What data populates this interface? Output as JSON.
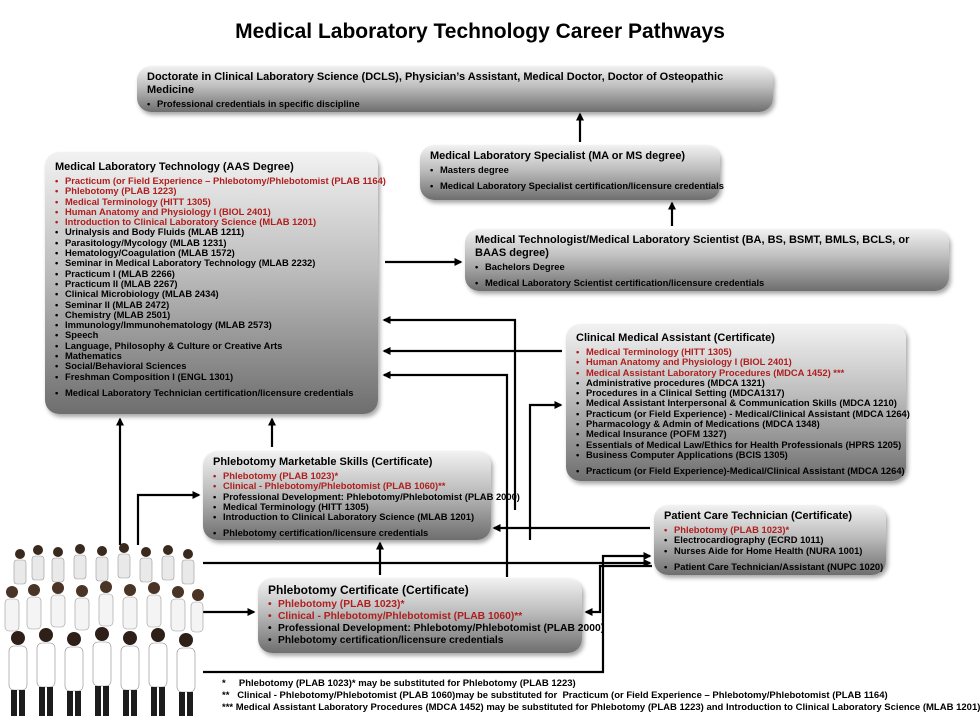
{
  "title": "Medical Laboratory Technology Career Pathways",
  "boxes": {
    "doctorate": {
      "title": "Doctorate in Clinical Laboratory Science (DCLS), Physician’s Assistant, Medical Doctor, Doctor of Osteopathic Medicine",
      "items": [
        "Professional credentials in specific discipline"
      ]
    },
    "mls": {
      "title": "Medical Laboratory Specialist (MA or MS degree)",
      "items": [
        "Masters degree",
        "Medical Laboratory Specialist certification/licensure credentials"
      ]
    },
    "mlt_sci": {
      "title": "Medical Technologist/Medical Laboratory Scientist (BA, BS, BSMT, BMLS, BCLS, or BAAS degree)",
      "items": [
        "Bachelors Degree",
        "Medical Laboratory Scientist certification/licensure credentials"
      ]
    },
    "aas": {
      "title": "Medical Laboratory Technology (AAS Degree)",
      "items": [
        "Practicum (or Field Experience – Phlebotomy/Phlebotomist (PLAB 1164)",
        "Phlebotomy (PLAB 1223)",
        "Medical Terminology (HITT 1305)",
        "Human Anatomy and Physiology I (BIOL 2401)",
        "Introduction to Clinical Laboratory Science (MLAB 1201)",
        "Urinalysis and Body Fluids (MLAB 1211)",
        "Parasitology/Mycology (MLAB 1231)",
        "Hematology/Coagulation (MLAB 1572)",
        "Seminar in Medical Laboratory Technology (MLAB 2232)",
        "Practicum I (MLAB 2266)",
        "Practicum II (MLAB 2267)",
        "Clinical Microbiology (MLAB 2434)",
        "Seminar II (MLAB 2472)",
        "Chemistry (MLAB 2501)",
        "Immunology/Immunohematology (MLAB 2573)",
        "Speech",
        "Language, Philosophy & Culture or Creative Arts",
        "Mathematics",
        "Social/Behavioral Sciences",
        "Freshman Composition I (ENGL 1301)",
        "Medical Laboratory Technician certification/licensure credentials"
      ]
    },
    "cma": {
      "title": "Clinical Medical Assistant (Certificate)",
      "items": [
        "Medical Terminology (HITT 1305)",
        "Human Anatomy and Physiology I (BIOL 2401)",
        "Medical Assistant Laboratory Procedures (MDCA 1452) ***",
        "Administrative procedures (MDCA 1321)",
        "Procedures in a Clinical Setting (MDCA1317)",
        "Medical Assistant Interpersonal & Communication Skills (MDCA 1210)",
        "Practicum (or Field Experience) - Medical/Clinical Assistant (MDCA 1264)",
        "Pharmacology & Admin of Medications (MDCA 1348)",
        "Medical Insurance (POFM 1327)",
        "Essentials of Medical Law/Ethics for Health Professionals (HPRS 1205)",
        "Business Computer Applications (BCIS 1305)",
        "Practicum (or Field Experience)-Medical/Clinical Assistant (MDCA 1264)"
      ]
    },
    "pms": {
      "title": "Phlebotomy Marketable Skills (Certificate)",
      "items": [
        "Phlebotomy (PLAB 1023)*",
        "Clinical - Phlebotomy/Phlebotomist (PLAB 1060)**",
        "Professional Development: Phlebotomy/Phlebotomist (PLAB 2000)",
        "Medical Terminology (HITT 1305)",
        "Introduction to Clinical Laboratory Science (MLAB 1201)",
        "Phlebotomy certification/licensure credentials"
      ]
    },
    "pct": {
      "title": "Patient Care Technician (Certificate)",
      "items": [
        "Phlebotomy (PLAB 1023)*",
        "Electrocardiography (ECRD 1011)",
        "Nurses Aide for Home Health (NURA 1001)",
        "Patient Care Technician/Assistant (NUPC 1020)"
      ]
    },
    "pc": {
      "title": "Phlebotomy Certificate (Certificate)",
      "items": [
        "Phlebotomy (PLAB 1023)*",
        "Clinical - Phlebotomy/Phlebotomist (PLAB 1060)**",
        "Professional Development: Phlebotomy/Phlebotomist (PLAB 2000)",
        "Phlebotomy certification/licensure credentials"
      ]
    }
  },
  "footnotes": [
    "*     Phlebotomy (PLAB 1023)* may be substituted for Phlebotomy (PLAB 1223)",
    "**   Clinical - Phlebotomy/Phlebotomist (PLAB 1060)may be substituted for  Practicum (or Field Experience – Phlebotomy/Phlebotomist (PLAB 1164)",
    "*** Medical Assistant Laboratory Procedures (MDCA 1452) may be substituted for Phlebotomy (PLAB 1223) and Introduction to Clinical Laboratory Science (MLAB 1201)"
  ],
  "colors": {
    "highlight_text": "#b01e1e",
    "box_top": "#f2f2f2",
    "box_bottom": "#6e6e6e"
  }
}
